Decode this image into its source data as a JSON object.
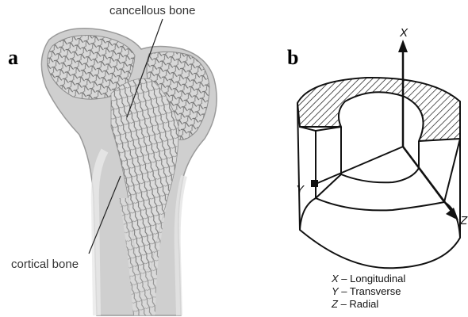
{
  "panels": {
    "a": {
      "letter": "a",
      "labels": {
        "cancellous": "cancellous bone",
        "cortical": "cortical bone"
      }
    },
    "b": {
      "letter": "b",
      "axes": {
        "x": "X",
        "y": "Y",
        "z": "Z"
      },
      "legend": [
        {
          "key": "X",
          "text": "Longitudinal"
        },
        {
          "key": "Y",
          "text": "Transverse"
        },
        {
          "key": "Z",
          "text": "Radial"
        }
      ]
    }
  },
  "colors": {
    "bone_shell": "#c9c9c9",
    "bone_light": "#e6e6e6",
    "trabecular": "#6f6f6f",
    "ink": "#111111"
  }
}
